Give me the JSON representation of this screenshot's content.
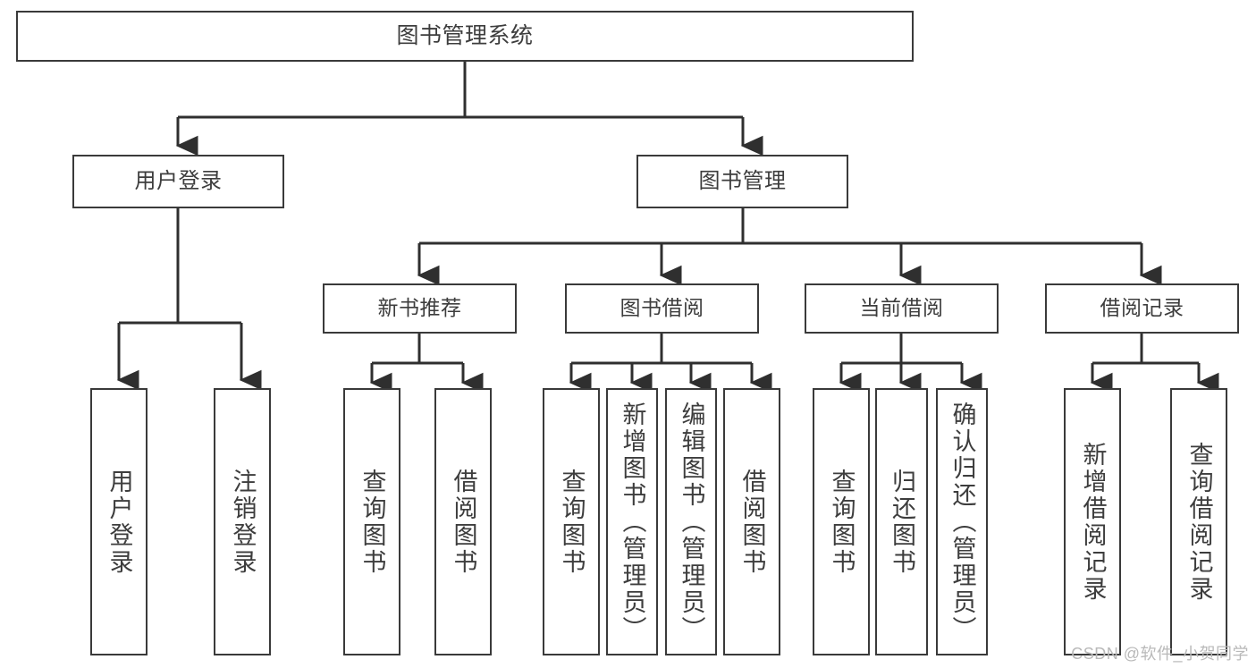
{
  "diagram": {
    "title": "图书管理系统",
    "type": "tree",
    "watermark": "CSDN @软件_小贺同学",
    "colors": {
      "node_border": "#3a3a3a",
      "node_fill": "#ffffff",
      "edge": "#2f2f2f",
      "text": "#3d3d3d",
      "watermark": "#b9b9b9",
      "background": "#ffffff"
    },
    "root": {
      "label": "图书管理系统"
    },
    "level2": [
      {
        "label": "用户登录"
      },
      {
        "label": "图书管理"
      }
    ],
    "level3": [
      {
        "label": "新书推荐"
      },
      {
        "label": "图书借阅"
      },
      {
        "label": "当前借阅"
      },
      {
        "label": "借阅记录"
      }
    ],
    "leaves": {
      "user_login": [
        {
          "label": "用户登录"
        },
        {
          "label": "注销登录"
        }
      ],
      "new_book": [
        {
          "label": "查询图书"
        },
        {
          "label": "借阅图书"
        }
      ],
      "book_borrow": [
        {
          "label": "查询图书"
        },
        {
          "label": "新增图书（管理员）"
        },
        {
          "label": "编辑图书（管理员）"
        },
        {
          "label": "借阅图书"
        }
      ],
      "current_borrow": [
        {
          "label": "查询图书"
        },
        {
          "label": "归还图书"
        },
        {
          "label": "确认归还（管理员）"
        }
      ],
      "borrow_record": [
        {
          "label": "新增借阅记录"
        },
        {
          "label": "查询借阅记录"
        }
      ]
    }
  }
}
